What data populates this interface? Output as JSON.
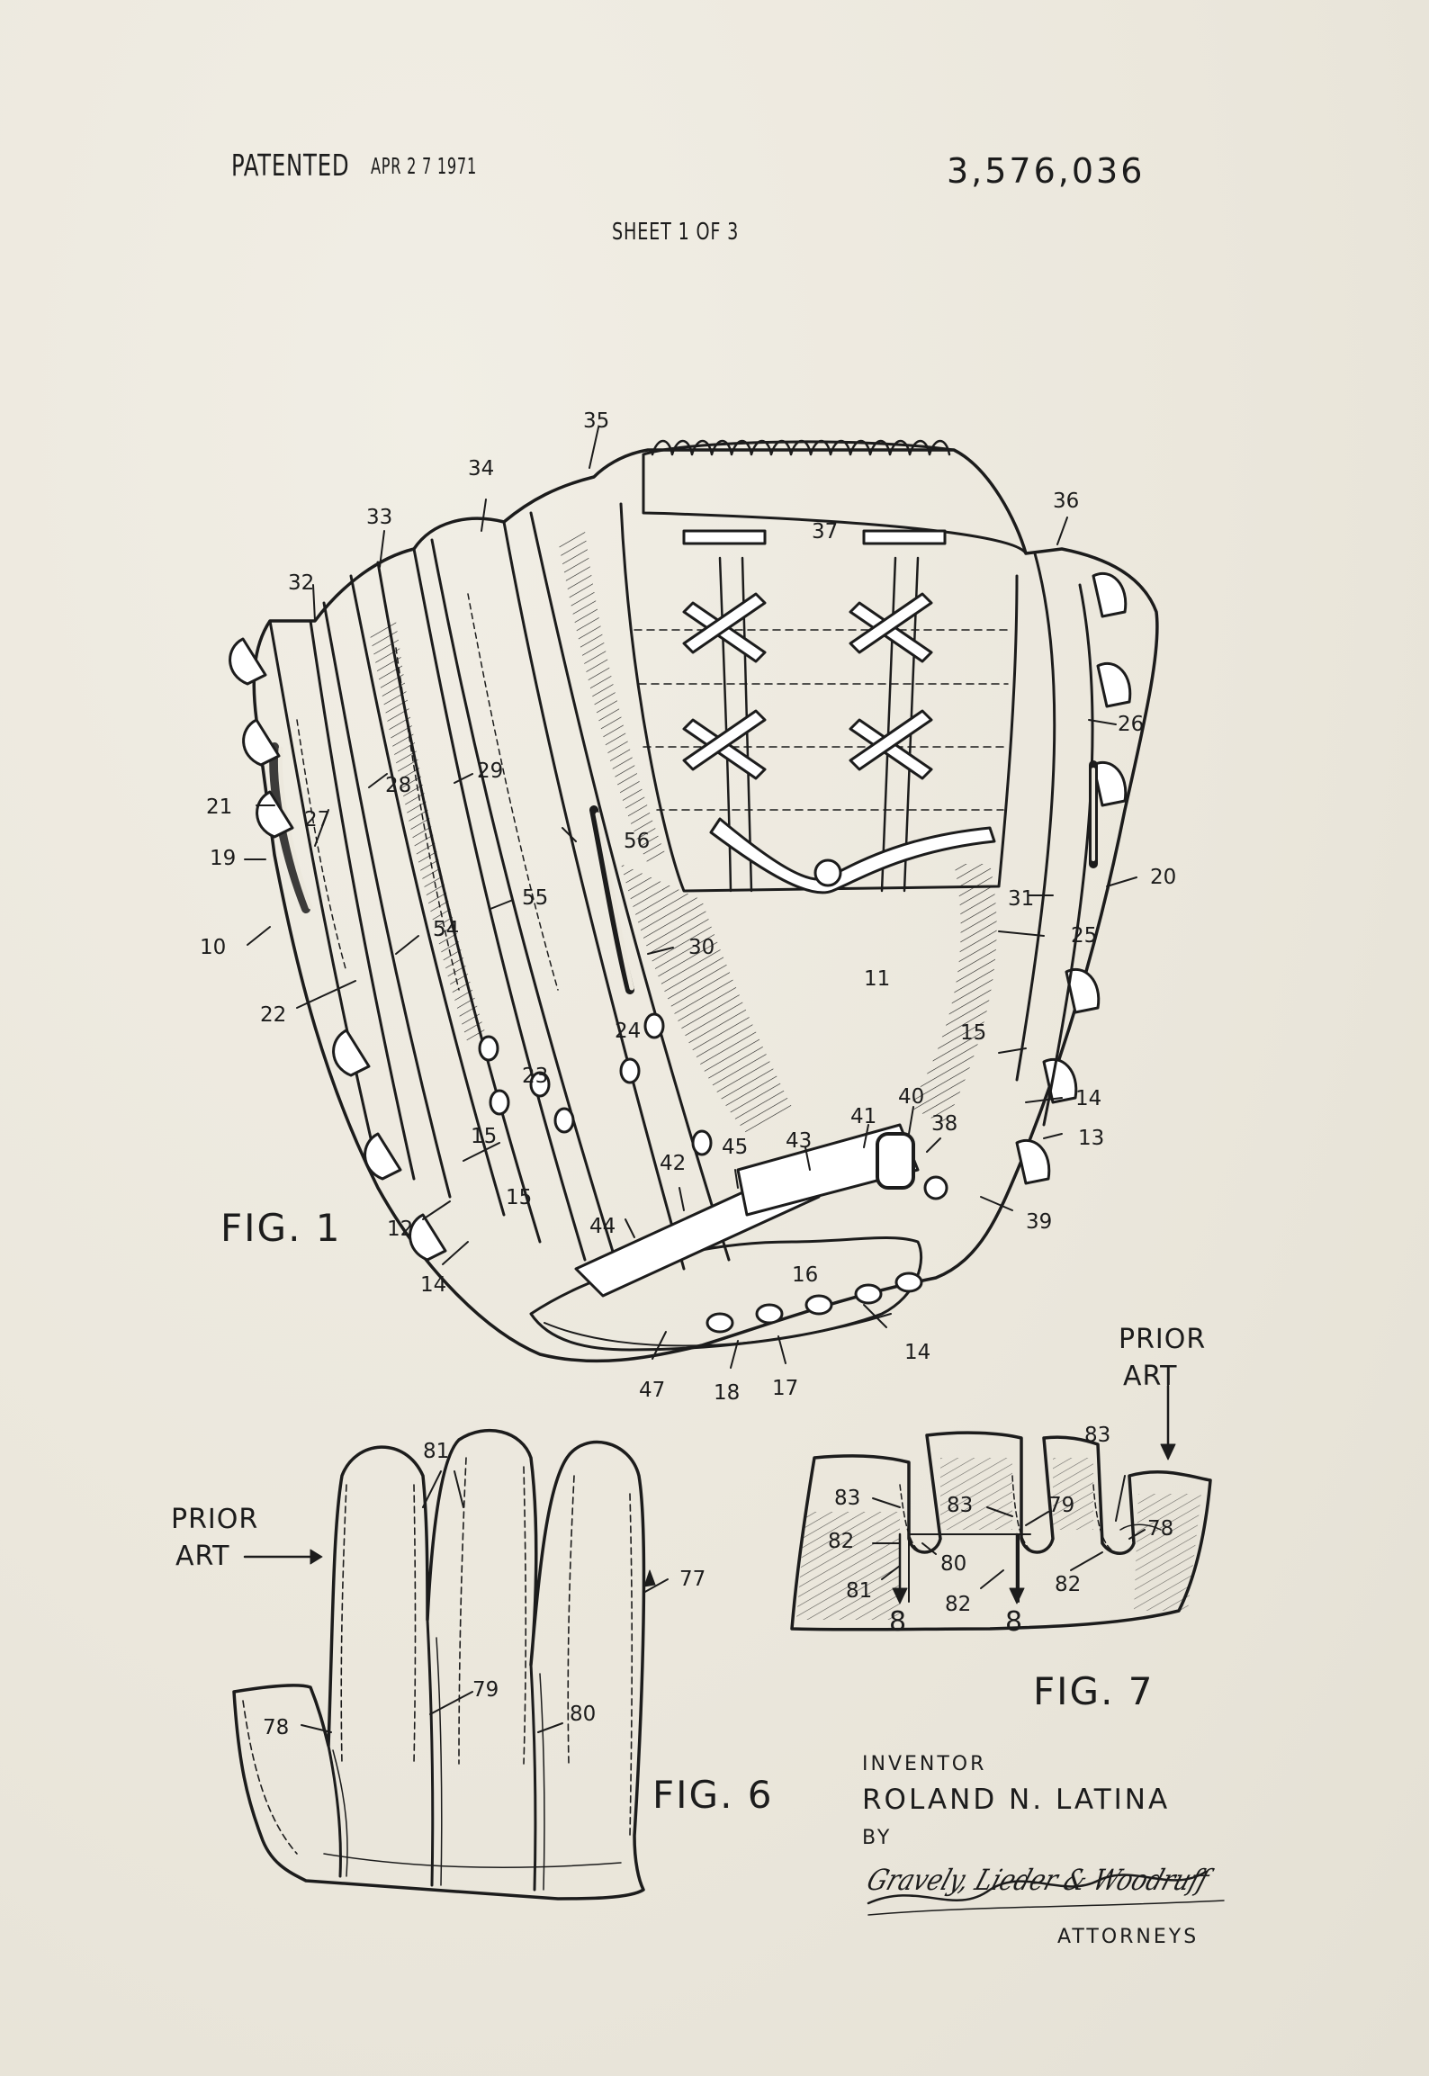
{
  "header": {
    "patented": "PATENTED",
    "date": "APR 2 7 1971",
    "patent_number": "3,576,036",
    "sheet": "SHEET 1 OF 3"
  },
  "figures": {
    "fig1": "FIG. 1",
    "fig6": "FIG. 6",
    "fig7": "FIG. 7",
    "prior_art_line1": "PRIOR",
    "prior_art_line2": "ART"
  },
  "fig1_labels": [
    "35",
    "34",
    "33",
    "32",
    "37",
    "36",
    "26",
    "21",
    "19",
    "10",
    "22",
    "27",
    "28",
    "29",
    "56",
    "55",
    "54",
    "30",
    "11",
    "24",
    "23",
    "20",
    "31",
    "25",
    "15",
    "14",
    "13",
    "15",
    "15",
    "12",
    "14",
    "44",
    "42",
    "45",
    "43",
    "41",
    "40",
    "38",
    "39",
    "16",
    "14",
    "47",
    "18",
    "17"
  ],
  "fig6_labels": [
    "81",
    "77",
    "79",
    "78",
    "80"
  ],
  "fig7_labels": [
    "83",
    "83",
    "83",
    "79",
    "82",
    "80",
    "78",
    "81",
    "82",
    "82",
    "8",
    "8"
  ],
  "inventor": {
    "heading": "INVENTOR",
    "name": "ROLAND N. LATINA",
    "by": "BY",
    "signature": "Gravely, Lieder & Woodruff",
    "attorneys": "ATTORNEYS"
  },
  "colors": {
    "paper": "#ece8dd",
    "ink": "#1c1c1c"
  }
}
